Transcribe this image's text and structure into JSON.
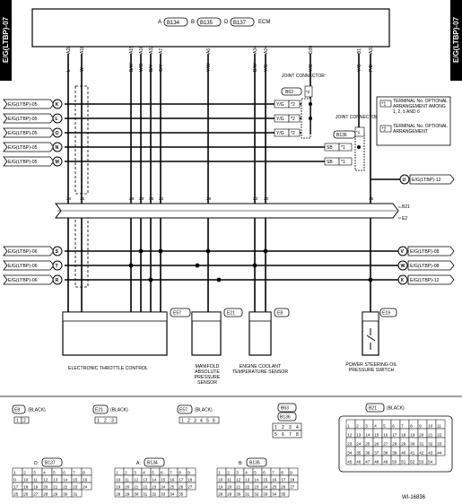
{
  "page_id": "E/G(LTBP)-07",
  "ecm": {
    "prefix_a": "A",
    "conn_a": "B134",
    "prefix_b": "B",
    "conn_b": "B135",
    "prefix_d": "D",
    "conn_d": "B137",
    "label": "ECM"
  },
  "ecm_pins": [
    {
      "pin": "A28",
      "color": "L"
    },
    {
      "pin": "A18",
      "color": "W"
    },
    {
      "pin": "A15",
      "color": "B/W"
    },
    {
      "pin": "A16",
      "color": "W/B"
    },
    {
      "pin": "A32",
      "color": "B/Y"
    },
    {
      "pin": "A7",
      "color": "G/Y"
    },
    {
      "pin": "A6",
      "color": "Y/W"
    },
    {
      "pin": "A34",
      "color": "B/W"
    },
    {
      "pin": "A24",
      "color": "Y/G"
    },
    {
      "pin": "D39",
      "color": "Y/G"
    },
    {
      "pin": "B1",
      "color": "Y/G"
    },
    {
      "pin": "A33",
      "color": "P/B"
    }
  ],
  "left_refs": [
    {
      "text": "E/G(LTBP)-05",
      "letter": "K"
    },
    {
      "text": "E/G(LTBP)-05",
      "letter": "L"
    },
    {
      "text": "E/G(LTBP)-05",
      "letter": "O"
    },
    {
      "text": "E/G(LTBP)-05",
      "letter": "N"
    },
    {
      "text": "E/G(LTBP)-05",
      "letter": "M"
    },
    {
      "text": "E/G(LTBP)-06",
      "letter": "S"
    },
    {
      "text": "E/G(LTBP)-06",
      "letter": "T"
    },
    {
      "text": "E/G(LTBP)-06",
      "letter": "R"
    }
  ],
  "right_refs": [
    {
      "text": "E/G(LTBP)-12",
      "letter": "U"
    },
    {
      "text": "E/G(LTBP)-08",
      "letter": "V"
    },
    {
      "text": "E/G(LTBP)-08",
      "letter": "W"
    },
    {
      "text": "E/G(LTBP)-12",
      "letter": "X"
    }
  ],
  "joint_b63": {
    "title": "JOINT CONNECTOR",
    "conn": "B63",
    "term": "*2",
    "wire": "Y/G"
  },
  "joint_b136": {
    "title": "JOINT CONNECTOR",
    "conn": "B136",
    "term": "*1",
    "wire": "SB"
  },
  "legend": [
    {
      "mark": "*1",
      "text": "TERMINAL No. OPTIONAL ARRANGEMENT AMONG 1, 2, 5 AND 6"
    },
    {
      "mark": "*2",
      "text": "TERMINAL No. OPTIONAL ARRANGEMENT"
    }
  ],
  "splice": {
    "upper": "B21",
    "lower": "E2"
  },
  "splice_pins": [
    "24",
    "25",
    "26",
    "28",
    "35",
    "22",
    "26",
    "23",
    "20",
    "15"
  ],
  "components": [
    {
      "conn": "E57",
      "label": "ELECTRONIC THROTTLE CONTROL"
    },
    {
      "conn": "E21",
      "label": "MANIFOLD ABSOLUTE PRESSURE SENSOR"
    },
    {
      "conn": "E8",
      "label": "ENGINE COOLANT TEMPERATURE SENSOR"
    },
    {
      "conn": "E19",
      "label": "POWER STEERING OIL PRESSURE SWITCH"
    }
  ],
  "connector_views": {
    "e8": {
      "name": "E8",
      "color": "(BLACK)",
      "pins": [
        "1",
        "2"
      ]
    },
    "e21": {
      "name": "E21",
      "color": "(BLACK)",
      "pins": [
        "1",
        "2",
        "3"
      ]
    },
    "e57": {
      "name": "E57",
      "color": "(BLACK)",
      "pins": [
        "1",
        "2",
        "3",
        "4",
        "5",
        "6"
      ]
    },
    "b63": {
      "name": "B63"
    },
    "b136": {
      "name": "B136",
      "pins": [
        "1",
        "2",
        "3",
        "4",
        "5",
        "6",
        "7",
        "8"
      ]
    },
    "b21": {
      "name": "B21",
      "color": "(BLACK)",
      "pins": [
        "1",
        "2",
        "3",
        "4",
        "5",
        "6",
        "7",
        "8",
        "9",
        "10",
        "11",
        "12",
        "13",
        "14",
        "15",
        "16",
        "17",
        "18",
        "19",
        "20",
        "21",
        "22",
        "23",
        "24",
        "25",
        "26",
        "27",
        "28",
        "29",
        "30",
        "31",
        "32",
        "33",
        "34",
        "35",
        "36",
        "37",
        "38",
        "39",
        "40",
        "41",
        "42",
        "43",
        "44",
        "45",
        "46",
        "47",
        "48",
        "49",
        "50",
        "51",
        "52",
        "53",
        "54"
      ]
    },
    "d": {
      "prefix": "D:",
      "name": "B137",
      "pins": [
        "1",
        "2",
        "3",
        "4",
        "5",
        "6",
        "7",
        "8",
        "9",
        "10",
        "11",
        "12",
        "13",
        "14",
        "15",
        "16",
        "17",
        "18",
        "19",
        "20",
        "21",
        "22",
        "23",
        "24",
        "25",
        "26",
        "27",
        "28",
        "29",
        "30",
        "31"
      ]
    },
    "a": {
      "prefix": "A:",
      "name": "B134",
      "pins": [
        "1",
        "2",
        "3",
        "4",
        "5",
        "6",
        "7",
        "8",
        "9",
        "10",
        "11",
        "12",
        "13",
        "14",
        "15",
        "16",
        "17",
        "18",
        "19",
        "20",
        "21",
        "22",
        "23",
        "24",
        "25",
        "26",
        "27",
        "28",
        "29",
        "30",
        "31",
        "32",
        "33",
        "34",
        "35"
      ]
    },
    "b": {
      "prefix": "B:",
      "name": "B135",
      "pins": [
        "1",
        "2",
        "3",
        "4",
        "5",
        "6",
        "7",
        "8",
        "9",
        "10",
        "11",
        "12",
        "13",
        "14",
        "15",
        "16",
        "17",
        "18",
        "19",
        "20",
        "21",
        "22",
        "23",
        "24",
        "25",
        "26",
        "27",
        "28",
        "29",
        "30",
        "31",
        "32",
        "33",
        "34",
        "35"
      ]
    }
  },
  "figure_id": "WI-16836"
}
